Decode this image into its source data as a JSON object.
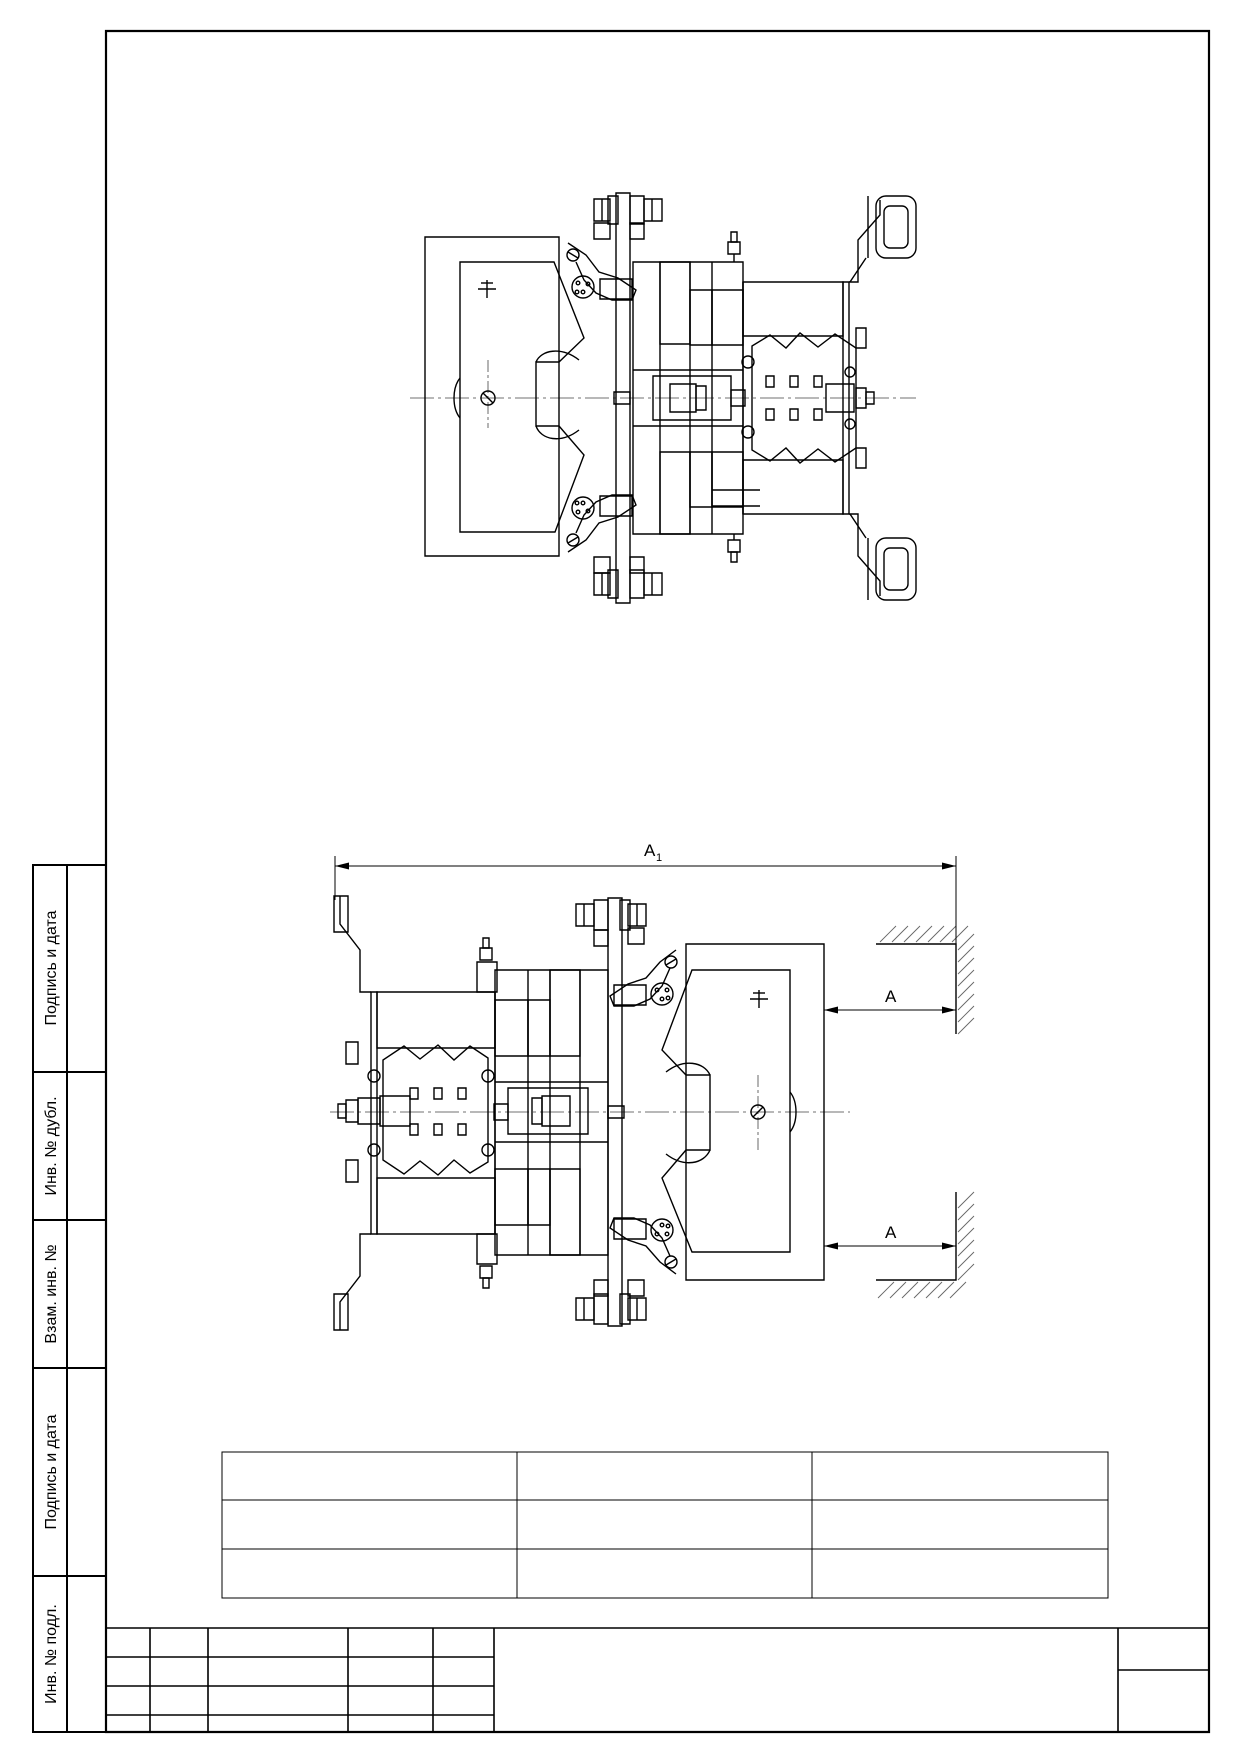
{
  "side_stamp": {
    "fields": [
      "Подпись и дата",
      "Инв. № дубл.",
      "Взам. инв. №",
      "Подпись и дата",
      "Инв. № подл."
    ]
  },
  "dimensions": {
    "overall_width": "A",
    "overall_width_subscript": "1",
    "gap_top": "A",
    "gap_bottom": "A"
  },
  "colors": {
    "line": "#000000",
    "thin": "#333333",
    "hatch": "#666666"
  }
}
